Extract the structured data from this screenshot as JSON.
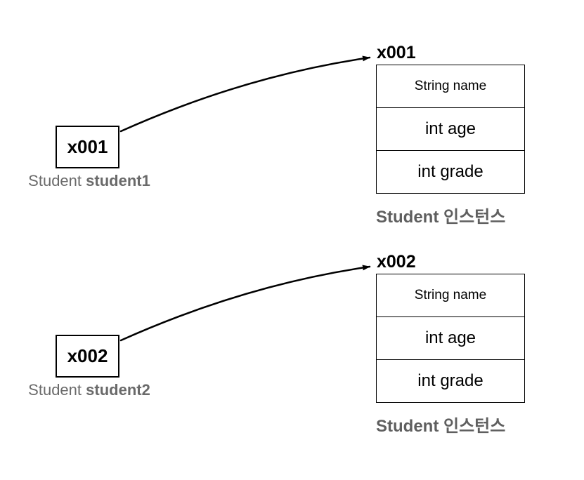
{
  "colors": {
    "background": "#ffffff",
    "line": "#000000",
    "text": "#000000",
    "variable_label_gray": "#6a6a6a",
    "caption_gray": "#5f5f5f"
  },
  "groups": [
    {
      "ref_label": "x001",
      "var_type": "Student",
      "var_name": "student1",
      "pointer_target": "x001",
      "fields": [
        "String name",
        "int age",
        "int grade"
      ],
      "caption": "Student 인스턴스"
    },
    {
      "ref_label": "x002",
      "var_type": "Student",
      "var_name": "student2",
      "pointer_target": "x002",
      "fields": [
        "String name",
        "int age",
        "int grade"
      ],
      "caption": "Student 인스턴스"
    }
  ]
}
